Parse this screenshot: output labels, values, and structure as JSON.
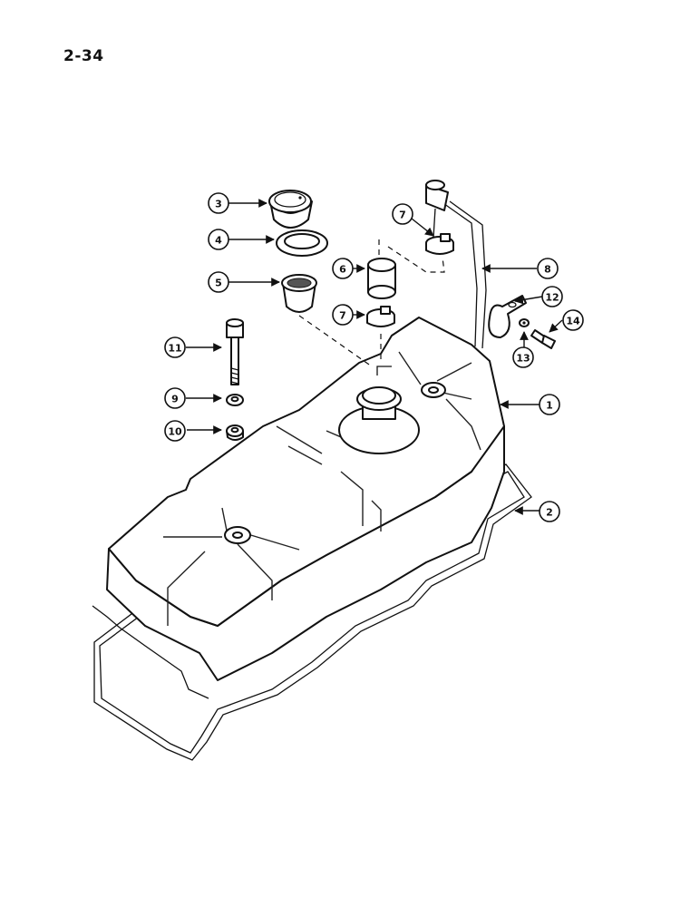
{
  "page": {
    "number": "2-34"
  },
  "callouts": [
    {
      "id": "callout-1",
      "label": "1"
    },
    {
      "id": "callout-2",
      "label": "2"
    },
    {
      "id": "callout-3",
      "label": "3"
    },
    {
      "id": "callout-4",
      "label": "4"
    },
    {
      "id": "callout-5",
      "label": "5"
    },
    {
      "id": "callout-6",
      "label": "6"
    },
    {
      "id": "callout-7a",
      "label": "7"
    },
    {
      "id": "callout-7b",
      "label": "7"
    },
    {
      "id": "callout-8",
      "label": "8"
    },
    {
      "id": "callout-9",
      "label": "9"
    },
    {
      "id": "callout-10",
      "label": "10"
    },
    {
      "id": "callout-11",
      "label": "11"
    },
    {
      "id": "callout-12",
      "label": "12"
    },
    {
      "id": "callout-13",
      "label": "13"
    },
    {
      "id": "callout-14",
      "label": "14"
    }
  ]
}
